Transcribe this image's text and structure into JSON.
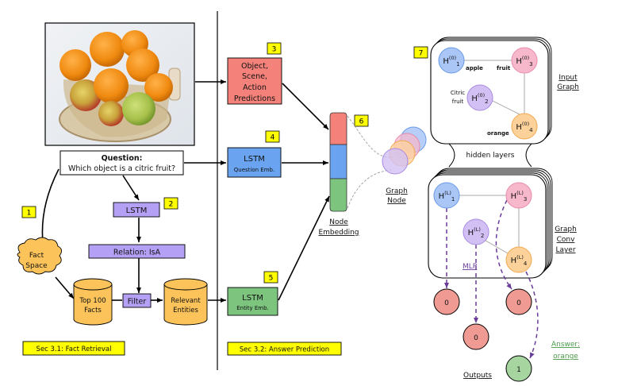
{
  "photo": {
    "description": "basket of oranges and apples"
  },
  "question": {
    "title": "Question:",
    "text": "Which object is a citric fruit?"
  },
  "fact_retrieval": {
    "fact_space": [
      "Fact",
      "Space"
    ],
    "lstm": "LSTM",
    "relation": "Relation: IsA",
    "top_facts": [
      "Top 100",
      "Facts"
    ],
    "filter": "Filter",
    "relevant_entities": [
      "Relevant",
      "Entities"
    ],
    "section_label": "Sec 3.1: Fact Retrieval"
  },
  "answer_prediction": {
    "predictions": [
      "Object,",
      "Scene,",
      "Action",
      "Predictions"
    ],
    "question_lstm": {
      "title": "LSTM",
      "sub": "Question Emb."
    },
    "entity_lstm": {
      "title": "LSTM",
      "sub": "Entity Emb."
    },
    "node_embedding": [
      "Node",
      "Embedding"
    ],
    "graph_node": [
      "Graph",
      "Node"
    ],
    "section_label": "Sec 3.2: Answer Prediction"
  },
  "step_tags": [
    "1",
    "2",
    "3",
    "4",
    "5",
    "6",
    "7"
  ],
  "graph": {
    "input_graph_label": [
      "Input",
      "Graph"
    ],
    "hidden_layers": "hidden layers",
    "conv_label": [
      "Graph",
      "Conv",
      "Layer"
    ],
    "input_nodes": [
      {
        "label": "H",
        "sup": "(0)",
        "sub": "1",
        "word": "apple"
      },
      {
        "label": "H",
        "sup": "(0)",
        "sub": "2",
        "word": "Citric fruit"
      },
      {
        "label": "H",
        "sup": "(0)",
        "sub": "3",
        "word": "fruit"
      },
      {
        "label": "H",
        "sup": "(0)",
        "sub": "4",
        "word": "orange"
      }
    ],
    "conv_nodes": [
      {
        "label": "H",
        "sup": "(L)",
        "sub": "1"
      },
      {
        "label": "H",
        "sup": "(L)",
        "sub": "2"
      },
      {
        "label": "H",
        "sup": "(L)",
        "sub": "3"
      },
      {
        "label": "H",
        "sup": "(L)",
        "sub": "4"
      }
    ],
    "word_labels": {
      "apple": "apple",
      "fruit": "fruit",
      "citric1": "Citric",
      "citric2": "fruit",
      "orange": "orange"
    },
    "mlp": "MLP",
    "outputs": [
      "0",
      "0",
      "0",
      "1"
    ],
    "outputs_label": "Outputs",
    "answer": [
      "Answer:",
      "orange"
    ]
  },
  "colors": {
    "red": "#f4827a",
    "blue": "#6aa3f0",
    "green": "#7dc47f",
    "purple": "#b4a0f4",
    "orange_fill": "#fcc35a",
    "yellow": "#ffff00",
    "node_blue": "#a9c6f7",
    "node_pink": "#f7b8cc",
    "node_purple": "#d2c0f4",
    "node_orange": "#fdd29a",
    "out_red": "#f09a94",
    "out_green": "#a6d5a0",
    "answer_green": "#4a9a4a",
    "mlp_purple": "#6a3c9a"
  }
}
